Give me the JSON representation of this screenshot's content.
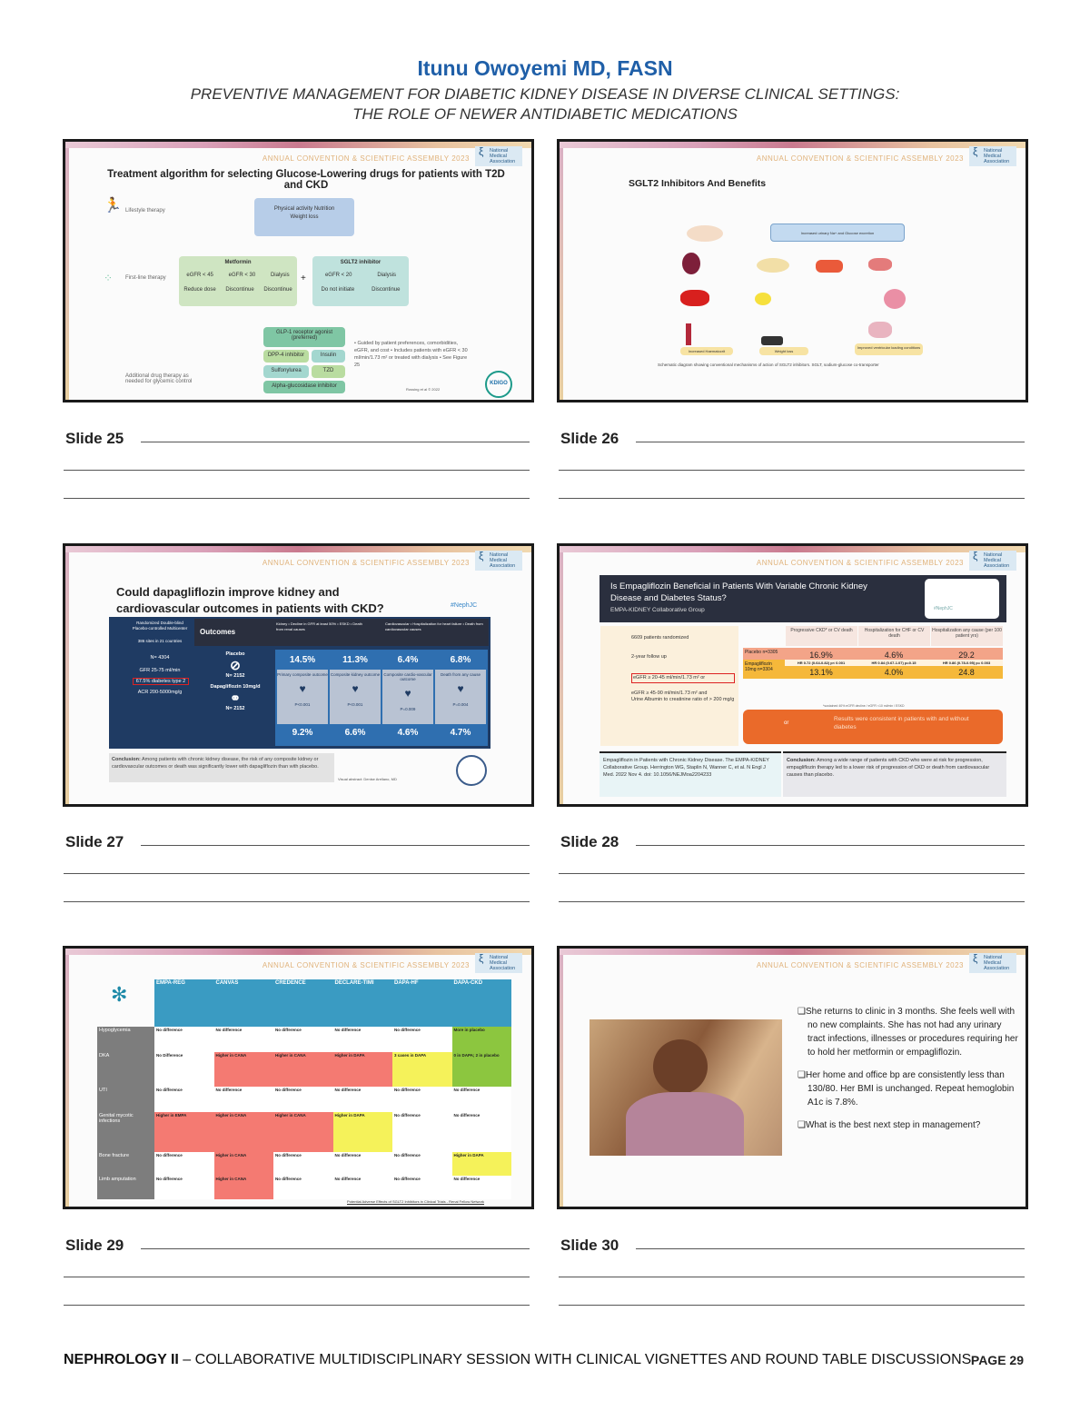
{
  "header": {
    "author": "Itunu Owoyemi MD, FASN",
    "subtitle_line1": "PREVENTIVE MANAGEMENT FOR DIABETIC KIDNEY DISEASE IN DIVERSE CLINICAL SETTINGS:",
    "subtitle_line2": "THE ROLE OF NEWER ANTIDIABETIC MEDICATIONS"
  },
  "common": {
    "convention": "ANNUAL CONVENTION & SCIENTIFIC ASSEMBLY 2023",
    "nma": "National Medical Association"
  },
  "slides": {
    "s25": {
      "label": "Slide 25",
      "title": "Treatment algorithm for selecting Glucose-Lowering drugs for patients with T2D and CKD",
      "lifestyle": "Lifestyle therapy",
      "firstline": "First-line therapy",
      "additional": "Additional drug therapy as needed for glycemic control",
      "lifestyle_box": "Physical activity Nutrition Weight loss",
      "metformin": "Metformin",
      "met_items": [
        "eGFR < 45",
        "eGFR < 30",
        "Dialysis"
      ],
      "met_actions": [
        "Reduce dose",
        "Discontinue",
        "Discontinue"
      ],
      "sglt2": "SGLT2 inhibitor",
      "sg_items": [
        "eGFR < 20",
        "Dialysis"
      ],
      "sg_actions": [
        "Do not initiate",
        "Discontinue"
      ],
      "glp1": "GLP-1 receptor agonist (preferred)",
      "dpp4": "DPP-4 inhibitor",
      "insulin": "Insulin",
      "sulf": "Sulfonylurea",
      "tzd": "TZD",
      "alpha": "Alpha-glucosidase inhibitor",
      "notes": "• Guided by patient preferences, comorbidities, eGFR, and cost • Includes patients with eGFR < 30 ml/min/1.73 m² or treated with dialysis • See Figure 25",
      "cite": "Rossing et al © 2022",
      "logo": "KDIGO"
    },
    "s26": {
      "label": "Slide 26",
      "title": "SGLT2 Inhibitors And Benefits",
      "center_box": "Increased urinary Na+ and Glucose excretion",
      "out1": "Increased Haematocrit",
      "out2": "Weight loss",
      "out3": "Improved ventricular loading conditions",
      "caption": "Schematic diagram showing conventional mechanisms of action of SGLT2 inhibitors. SGLT, sodium-glucose co-transporter"
    },
    "s27": {
      "label": "Slide 27",
      "title": "Could dapagliflozin improve kidney and cardiovascular outcomes in patients with CKD?",
      "tag": "#NephJC",
      "design": "Randomized Double-blind Placebo-controlled Multicenter",
      "sites": "386 sites in 21 countries",
      "n": "N= 4304",
      "gfr": "GFR 25-75 ml/min",
      "diabetes": "67.5% diabetes type 2",
      "acr": "ACR 200-5000mg/g",
      "outcomes": "Outcomes",
      "kidney": "Kidney • Decline in GFR at least 50% • ESKD • Death from renal causes",
      "cv": "Cardiovascular • Hospitalization for heart failure • Death from cardiovascular causes",
      "placebo": "Placebo",
      "placebo_n": "N= 2152",
      "dapa": "Dapagliflozin 10mg/d",
      "dapa_n": "N= 2152",
      "cols": [
        {
          "top": "14.5%",
          "name": "Primary composite outcome",
          "p": "P<0.001",
          "bottom": "9.2%"
        },
        {
          "top": "11.3%",
          "name": "Composite kidney outcome",
          "p": "P<0.001",
          "bottom": "6.6%"
        },
        {
          "top": "6.4%",
          "name": "Composite cardio-vascular outcome",
          "p": "P=0.009",
          "bottom": "4.6%"
        },
        {
          "top": "6.8%",
          "name": "Death from any cause",
          "p": "P=0.004",
          "bottom": "4.7%"
        }
      ],
      "conclusion_label": "Conclusion:",
      "conclusion": "Among patients with chronic kidney disease, the risk of any composite kidney or cardiovascular outcomes or death was significantly lower with dapagliflozin than with placebo.",
      "visual": "Visual abstract: Denise Arellano, MD"
    },
    "s28": {
      "label": "Slide 28",
      "title": "Is Empagliflozin Beneficial in Patients With Variable Chronic Kidney Disease and Diabetes Status?",
      "group": "EMPA-KIDNEY Collaborative Group",
      "tag": "#NephJC",
      "randomized": "6609 patients randomized",
      "followup": "2-year follow up",
      "egfr1": "eGFR ≥ 20-45 ml/min/1.73 m² or",
      "egfr2": "eGFR ≥ 45-90 ml/min/1.73 m² and",
      "uacr": "Urine Albumin to creatinine ratio of > 200 mg/g",
      "headers": [
        "Progressive CKD* or CV death",
        "Hospitalization for CHF or CV death",
        "Hospitalization any cause (per 100 patient yrs)"
      ],
      "placebo": "Placebo n=3305",
      "empa": "Empagliflozin 10mg n=3304",
      "placebo_vals": [
        "16.9%",
        "4.6%",
        "29.2"
      ],
      "hr": [
        "HR 0.72 (0.64-0.82) p< 0.001",
        "HR 0.84 (0.67-1.07) p=0.15",
        "HR 0.86 (0.78-0.95) p= 0.003"
      ],
      "empa_vals": [
        "13.1%",
        "4.0%",
        "24.8"
      ],
      "footnote": "*sustained 40% eGFR decline / eGFR <10 ml/min / ESKD",
      "or": "or",
      "consistent": "Results were consistent in patients with and without diabetes",
      "ref": "Empagliflozin in Patients with Chronic Kidney Disease. The EMPA-KIDNEY Collaborative Group. Herrington WG, Staplin N, Wanner C, et al. N Engl J Med. 2022 Nov 4. doi: 10.1056/NEJMoa2204233",
      "conclusion_label": "Conclusion:",
      "conclusion": "Among a wide range of patients with CKD who were at risk for progression, empagliflozin therapy led to a lower risk of progression of CKD or death from cardiovascular causes than placebo."
    },
    "s29": {
      "label": "Slide 29",
      "trials": [
        "EMPA-REG",
        "CANVAS",
        "CREDENCE",
        "DECLARE-TIMI",
        "DAPA-HF",
        "DAPA-CKD"
      ],
      "rows": [
        {
          "name": "Hypoglycemia",
          "cells": [
            "No difference",
            "No difference",
            "No difference",
            "No difference",
            "No difference",
            "More in placebo"
          ]
        },
        {
          "name": "DKA",
          "cells": [
            "No Difference",
            "Higher in CANA",
            "Higher in CANA",
            "Higher in DAPA",
            "3 cases in DAPA",
            "0 in DAPA; 2 in placebo"
          ]
        },
        {
          "name": "UTI",
          "cells": [
            "No difference",
            "No difference",
            "No difference",
            "No difference",
            "No difference",
            "No difference"
          ]
        },
        {
          "name": "Genital mycotic infections",
          "cells": [
            "Higher in EMPA",
            "Higher in CANA",
            "Higher in CANA",
            "Higher in DAPA",
            "No difference",
            "No difference"
          ]
        },
        {
          "name": "Bone fracture",
          "cells": [
            "No difference",
            "Higher in CANA",
            "No difference",
            "No difference",
            "No difference",
            "Higher in DAPA"
          ]
        },
        {
          "name": "Limb amputation",
          "cells": [
            "No difference",
            "Higher in CANA",
            "No difference",
            "No difference",
            "No difference",
            "No difference"
          ]
        }
      ],
      "colors": [
        [
          "w",
          "w",
          "w",
          "w",
          "w",
          "g"
        ],
        [
          "w",
          "r",
          "r",
          "r",
          "y",
          "g"
        ],
        [
          "w",
          "w",
          "w",
          "w",
          "w",
          "w"
        ],
        [
          "r",
          "r",
          "r",
          "y",
          "w",
          "w"
        ],
        [
          "w",
          "r",
          "w",
          "w",
          "w",
          "y"
        ],
        [
          "w",
          "r",
          "w",
          "w",
          "w",
          "w"
        ]
      ],
      "source": "Potential Adverse Effects of SGLT2 Inhibitors in Clinical Trials - Renal Fellow Network"
    },
    "s30": {
      "label": "Slide 30",
      "bullets": [
        "She returns to clinic in 3 months. She feels well with no new complaints. She has not had any urinary tract infections, illnesses or procedures requiring her to hold her metformin or empagliflozin.",
        "Her home and office bp are consistently less than 130/80. Her BMI is unchanged. Repeat hemoglobin A1c is 7.8%.",
        "What is the best next step in management?"
      ]
    }
  },
  "footer": {
    "bold": "NEPHROLOGY II",
    "rest": " – COLLABORATIVE MULTIDISCIPLINARY SESSION WITH CLINICAL VIGNETTES AND ROUND TABLE DISCUSSIONS",
    "page": "PAGE 29"
  },
  "colors": {
    "accent": "#1f5fa8",
    "navy": "#1f3b63",
    "red": "#f47a72",
    "yellow": "#f5f25a",
    "green": "#8cc63f"
  }
}
